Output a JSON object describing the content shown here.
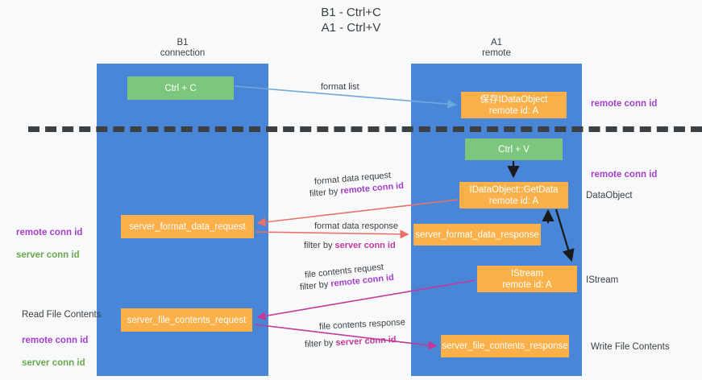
{
  "title": "B1 - Ctrl+C\nA1 - Ctrl+V",
  "lanes": [
    {
      "name": "b1",
      "header": "B1\nconnection"
    },
    {
      "name": "a1",
      "header": "A1\nremote"
    }
  ],
  "nodes": {
    "ctrl_c": "Ctrl + C",
    "idataobject": "保存IDataObject\nremote id: A",
    "ctrl_v": "Ctrl + V",
    "getdata": "IDataObject::GetData\nremote id: A",
    "server_format_data_request": "server_format_data_request",
    "server_format_data_response": "server_format_data_response",
    "istream": "IStream\nremote id: A",
    "server_file_contents_request": "server_file_contents_request",
    "server_file_contents_response": "server_file_contents_response"
  },
  "side_labels": {
    "remote_conn_id_top": "remote conn id",
    "remote_conn_id_mid": "remote conn id",
    "dataobject": "DataObject",
    "istream": "IStream",
    "write_file_contents": "Write File Contents",
    "read_file_contents": "Read File Contents",
    "remote_conn_id": "remote conn id",
    "server_conn_id": "server conn id"
  },
  "edge_labels": {
    "format_list": "format list",
    "format_data_request": "format data request",
    "filter_by_prefix": "filter by ",
    "remote_conn_id": "remote conn id",
    "format_data_response": "format data response",
    "server_conn_id": "server conn id",
    "file_contents_request": "file contents request",
    "file_contents_response": "file contents response"
  },
  "colors": {
    "lane": "#4a86d8",
    "green_node": "#7dc67d",
    "orange_node": "#fbb04a",
    "purple": "#a53fc9",
    "green_text": "#6aa84f",
    "magenta": "#c2399a",
    "red_arrow": "#e8716a",
    "blue_arrow": "#6fa8dc",
    "black": "#1a1a1a",
    "background": "#f8f9fa"
  }
}
